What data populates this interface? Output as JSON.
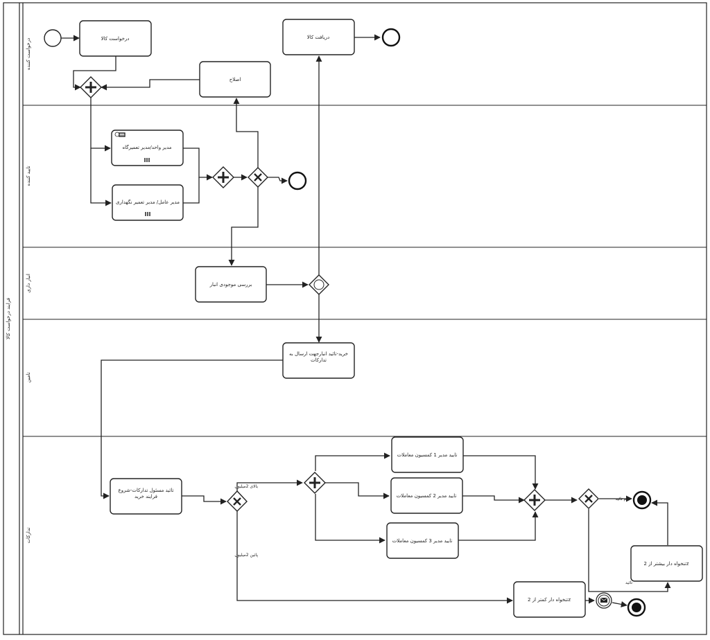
{
  "pool": {
    "label": "فرایند درخواست کالا"
  },
  "lanes": [
    {
      "id": "requester",
      "label": "درخواست کننده"
    },
    {
      "id": "approver",
      "label": "تایید کننده"
    },
    {
      "id": "warehouse",
      "label": "انبار داری"
    },
    {
      "id": "purchase",
      "label": "تامین"
    },
    {
      "id": "trading",
      "label": "تدارکات"
    }
  ],
  "tasks": {
    "request_goods": "درخواست کالا",
    "receive_goods": "دریافت کالا",
    "correction": "اصلاح",
    "unit_manager": "مدیر واحد/مدیر تعمیرگاه",
    "ceo_maintenance": "مدیر عامل/ مدیر تعمیر نگهداری",
    "check_stock": "بررسی موجودی انبار",
    "purchase_approve": "خرید-تائید انبارجهت ارسال به تدارکات",
    "logistics_approve": "تائید مسئول تدارکات-شروع فرایند خرید",
    "approve_m1": "تایید مدیر 1 کمسیون معاملات",
    "approve_m2": "تایید مدیر 2 کمسیون معاملات",
    "approve_m3": "تایید مدیر 3 کمسیون معاملات",
    "over_2z": "تنخواه دار بیشتر از 2z",
    "under_2z": "تنخواه دار کمتر از 2z"
  },
  "flow_labels": {
    "above_2m": "بالای 2میلیون",
    "below_2m": "پائین 2میلیون",
    "not_approved": "عدم تائید",
    "approved": "تائید"
  },
  "markers": {
    "multi_instance": "III"
  }
}
